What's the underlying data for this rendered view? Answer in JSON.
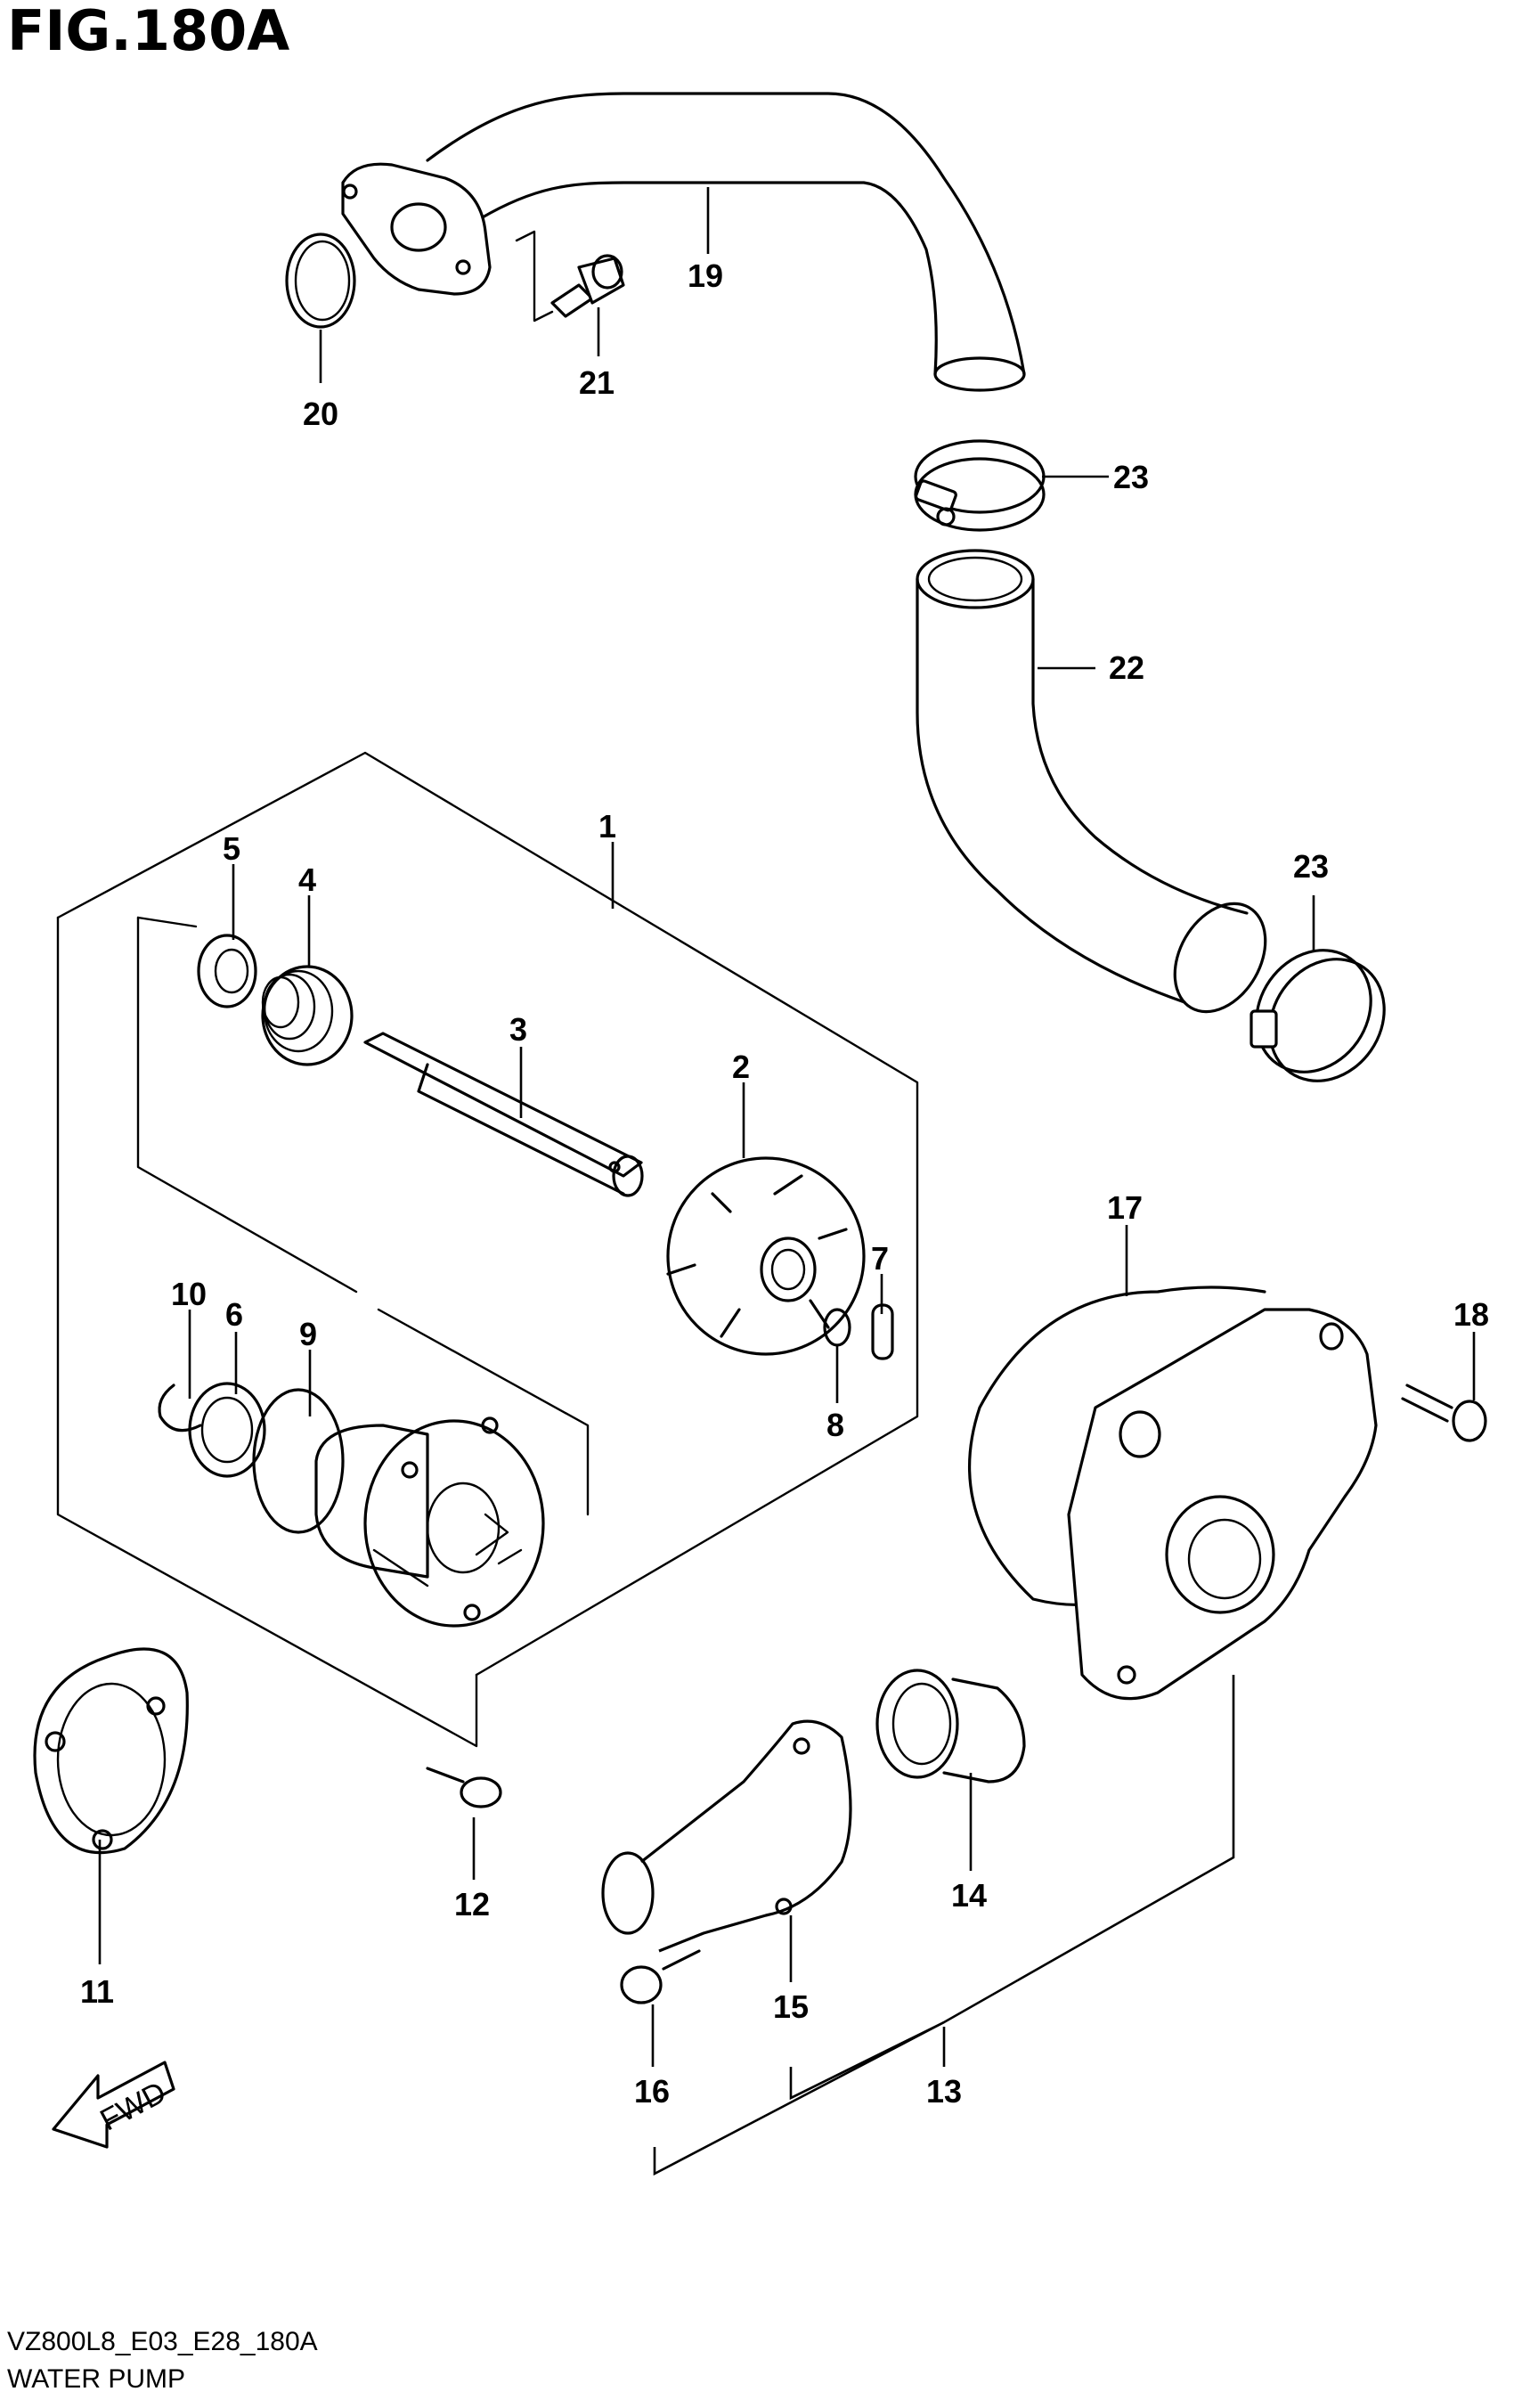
{
  "figure": {
    "title": "FIG.180A",
    "code": "VZ800L8_E03_E28_180A",
    "name": "WATER PUMP"
  },
  "direction_label": "FWD",
  "callouts": [
    {
      "id": "c1",
      "label": "1"
    },
    {
      "id": "c2",
      "label": "2"
    },
    {
      "id": "c3",
      "label": "3"
    },
    {
      "id": "c4",
      "label": "4"
    },
    {
      "id": "c5",
      "label": "5"
    },
    {
      "id": "c6",
      "label": "6"
    },
    {
      "id": "c7",
      "label": "7"
    },
    {
      "id": "c8",
      "label": "8"
    },
    {
      "id": "c9",
      "label": "9"
    },
    {
      "id": "c10",
      "label": "10"
    },
    {
      "id": "c11",
      "label": "11"
    },
    {
      "id": "c12",
      "label": "12"
    },
    {
      "id": "c13",
      "label": "13"
    },
    {
      "id": "c14",
      "label": "14"
    },
    {
      "id": "c15",
      "label": "15"
    },
    {
      "id": "c16",
      "label": "16"
    },
    {
      "id": "c17",
      "label": "17"
    },
    {
      "id": "c18",
      "label": "18"
    },
    {
      "id": "c19",
      "label": "19"
    },
    {
      "id": "c20",
      "label": "20"
    },
    {
      "id": "c21",
      "label": "21"
    },
    {
      "id": "c22",
      "label": "22"
    },
    {
      "id": "c23a",
      "label": "23"
    },
    {
      "id": "c23b",
      "label": "23"
    }
  ]
}
